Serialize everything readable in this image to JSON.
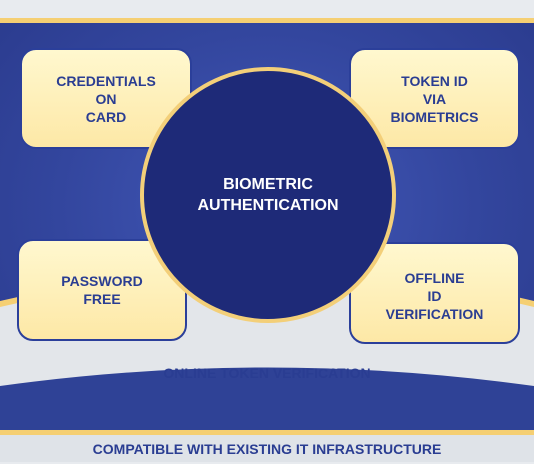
{
  "colors": {
    "background_navy": "#33469e",
    "circle_navy": "#1e2a78",
    "gold_accent": "#f5cf73",
    "box_fill": "#fde8a6",
    "text_navy": "#2a3d92",
    "light_gray": "#e8ebef"
  },
  "diagram": {
    "center": {
      "label": "BIOMETRIC\nAUTHENTICATION"
    },
    "boxes": {
      "credentials": "CREDENTIALS\nON\nCARD",
      "token": "TOKEN ID\nVIA\nBIOMETRICS",
      "password": "PASSWORD\nFREE",
      "offline": "OFFLINE\nID\nVERIFICATION"
    },
    "online_label": "ONLINE TOKEN VERIFICATION",
    "footer": "COMPATIBLE WITH EXISTING IT INFRASTRUCTURE"
  }
}
